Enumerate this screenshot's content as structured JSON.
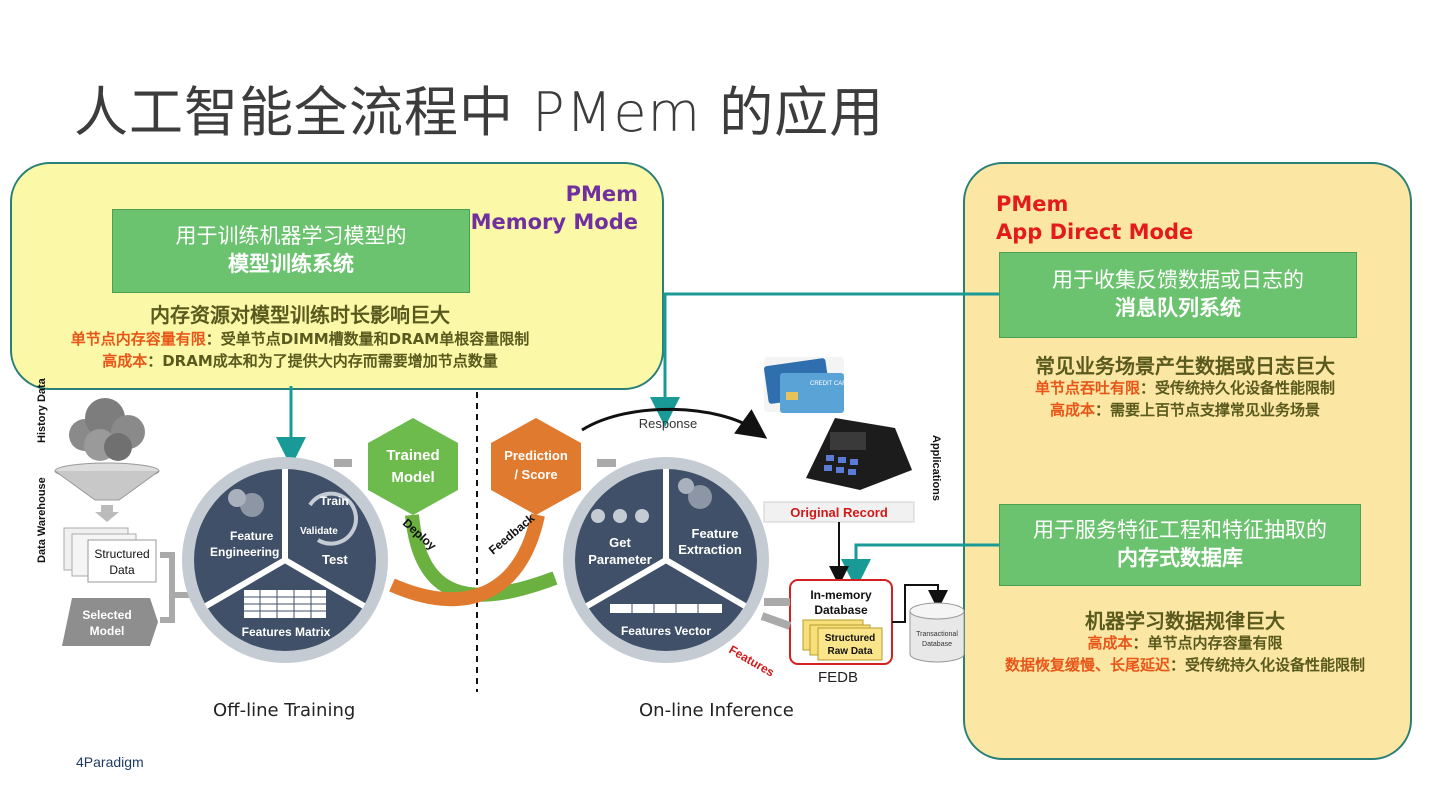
{
  "title": "人工智能全流程中 PMem 的应用",
  "memory_mode": {
    "label_line1": "PMem",
    "label_line2": "Memory Mode",
    "box_line1": "用于训练机器学习模型的",
    "box_line2": "模型训练系统",
    "heading": "内存资源对模型训练时长影响巨大",
    "point1_key": "单节点内存容量有限",
    "point1_text": "：受单节点DIMM槽数量和DRAM单根容量限制",
    "point2_key": "高成本",
    "point2_text": "：DRAM成本和为了提供大内存而需要增加节点数量"
  },
  "app_direct": {
    "label_line1": "PMem",
    "label_line2": "App Direct Mode",
    "box1_line1": "用于收集反馈数据或日志的",
    "box1_line2": "消息队列系统",
    "heading1": "常见业务场景产生数据或日志巨大",
    "p1_key": "单节点吞吐有限",
    "p1_text": "：受传统持久化设备性能限制",
    "p2_key": "高成本",
    "p2_text": "：需要上百节点支撑常见业务场景",
    "box2_line1": "用于服务特征工程和特征抽取的",
    "box2_line2": "内存式数据库",
    "heading2": "机器学习数据规律巨大",
    "p3_key": "高成本",
    "p3_text": "：单节点内存容量有限",
    "p4_key": "数据恢复缓慢、长尾延迟",
    "p4_text": "：受传统持久化设备性能限制"
  },
  "diagram": {
    "history_data": "History Data",
    "data_warehouse": "Data Warehouse",
    "structured_data_l1": "Structured",
    "structured_data_l2": "Data",
    "selected_model_l1": "Selected",
    "selected_model_l2": "Model",
    "feature_engineering_l1": "Feature",
    "feature_engineering_l2": "Engineering",
    "train": "Train",
    "validate": "Validate",
    "test": "Test",
    "features_matrix": "Features Matrix",
    "trained_model_l1": "Trained",
    "trained_model_l2": "Model",
    "prediction_l1": "Prediction",
    "prediction_l2": "/ Score",
    "deploy": "Deploy",
    "feedback": "Feedback",
    "response": "Response",
    "get_parameter_l1": "Get",
    "get_parameter_l2": "Parameter",
    "feature_extraction_l1": "Feature",
    "feature_extraction_l2": "Extraction",
    "features_vector": "Features Vector",
    "features": "Features",
    "applications": "Applications",
    "original_record": "Original Record",
    "inmemory_db_l1": "In-memory",
    "inmemory_db_l2": "Database",
    "raw_data_l1": "Structured",
    "raw_data_l2": "Raw Data",
    "transactional_l1": "Transactional",
    "transactional_l2": "Database",
    "fedb": "FEDB",
    "credit_card": "CREDIT CARD"
  },
  "captions": {
    "offline": "Off-line Training",
    "online": "On-line Inference"
  },
  "logo": "4Paradigm",
  "colors": {
    "teal": "#1a9a96",
    "green": "#6cc36f",
    "purple": "#7030a0",
    "red": "#e31b1b",
    "orange": "#e8561a",
    "olive": "#5a5a1e",
    "wheel": "#3f5068"
  }
}
